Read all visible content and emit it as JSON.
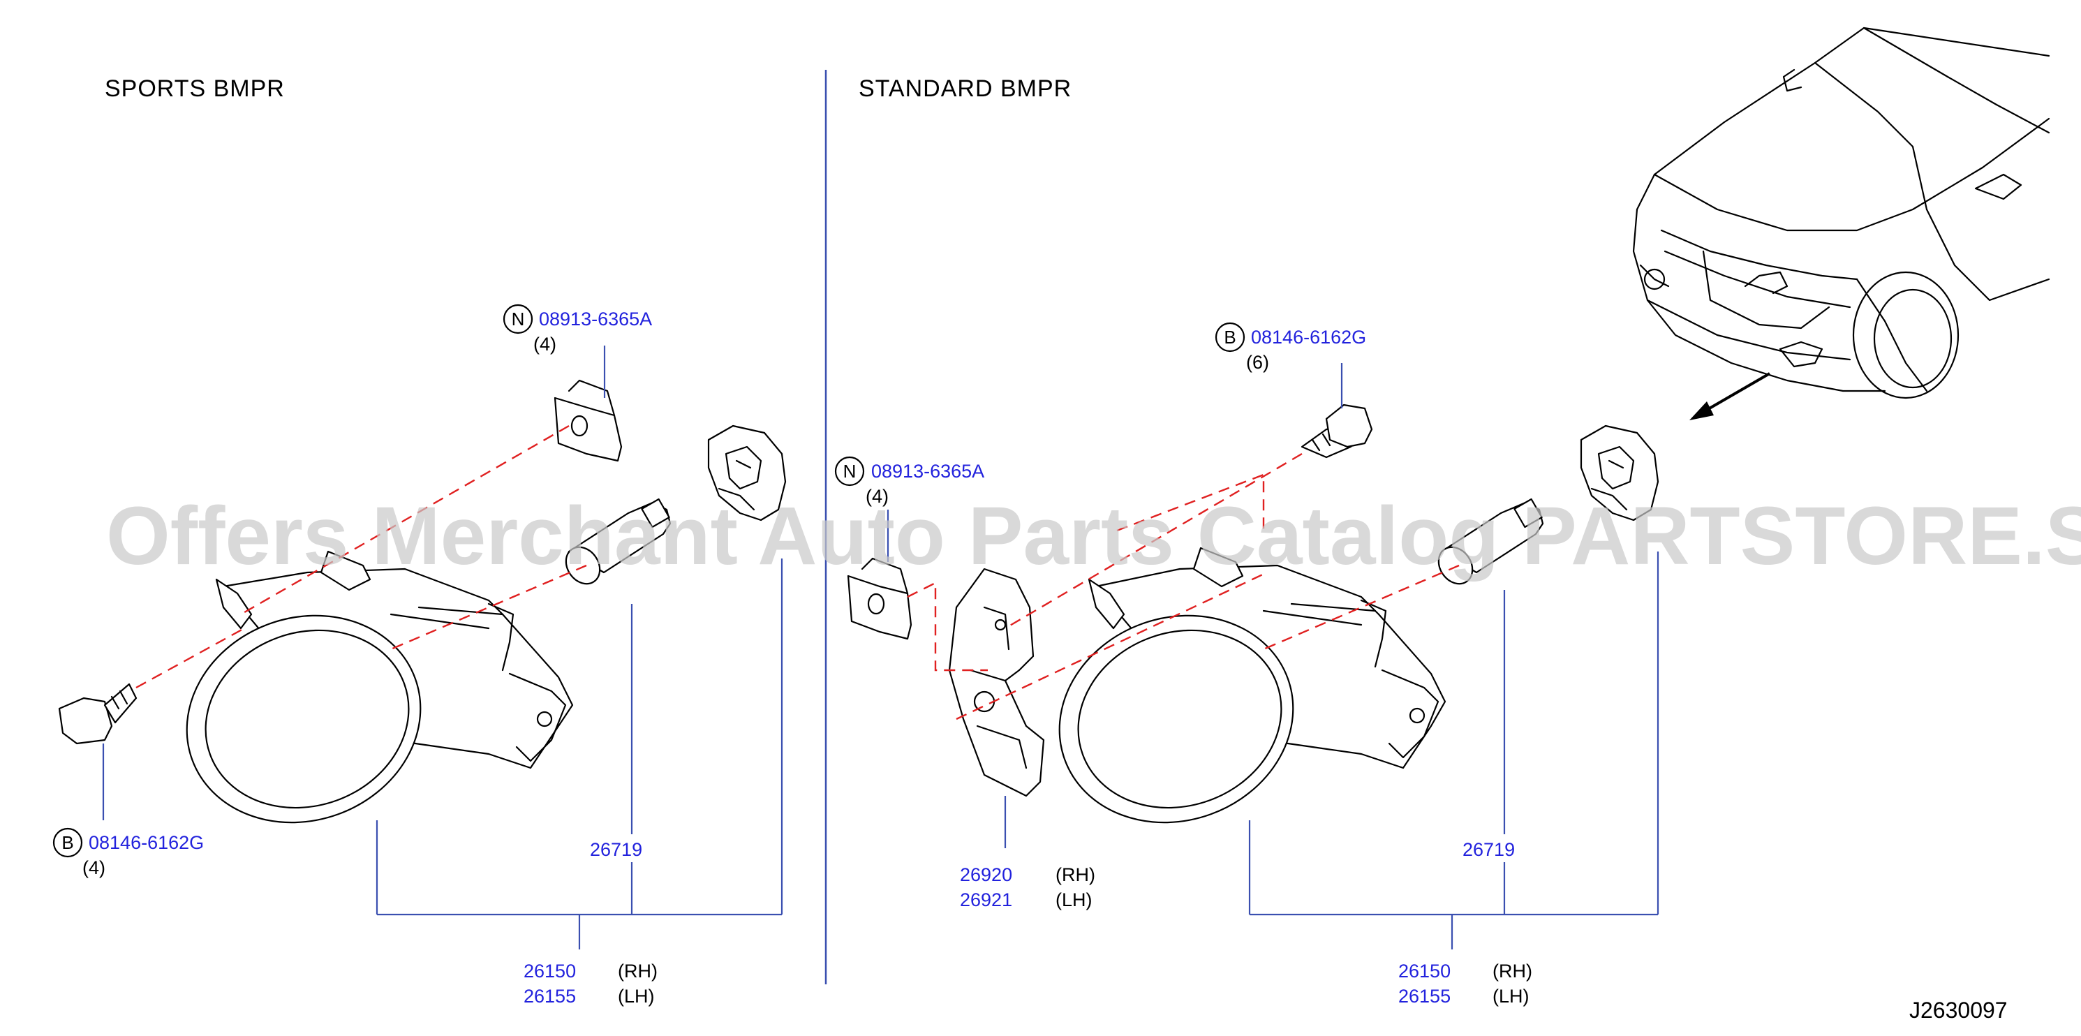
{
  "diagram": {
    "sections": {
      "sports": {
        "title": "SPORTS   BMPR"
      },
      "standard": {
        "title": "STANDARD   BMPR"
      }
    },
    "callouts": {
      "sports_nut": {
        "letter": "N",
        "part": "08913-6365A",
        "qty": "(4)"
      },
      "sports_bolt": {
        "letter": "B",
        "part": "08146-6162G",
        "qty": "(4)"
      },
      "sports_bulb": {
        "part": "26719"
      },
      "sports_lamp": {
        "part_rh": "26150",
        "side_rh": "(RH)",
        "part_lh": "26155",
        "side_lh": "(LH)"
      },
      "std_bolt": {
        "letter": "B",
        "part": "08146-6162G",
        "qty": "(6)"
      },
      "std_nut": {
        "letter": "N",
        "part": "08913-6365A",
        "qty": "(4)"
      },
      "std_bracket": {
        "part_rh": "26920",
        "side_rh": "(RH)",
        "part_lh": "26921",
        "side_lh": "(LH)"
      },
      "std_bulb": {
        "part": "26719"
      },
      "std_lamp": {
        "part_rh": "26150",
        "side_rh": "(RH)",
        "part_lh": "26155",
        "side_lh": "(LH)"
      }
    },
    "watermark": "Offers Merchant Auto Parts Catalog PARTSTORE.SA",
    "reference": "J2630097",
    "colors": {
      "part_number": "#2222dd",
      "leader_line": "#3a4fb0",
      "install_dash": "#e02020"
    }
  }
}
